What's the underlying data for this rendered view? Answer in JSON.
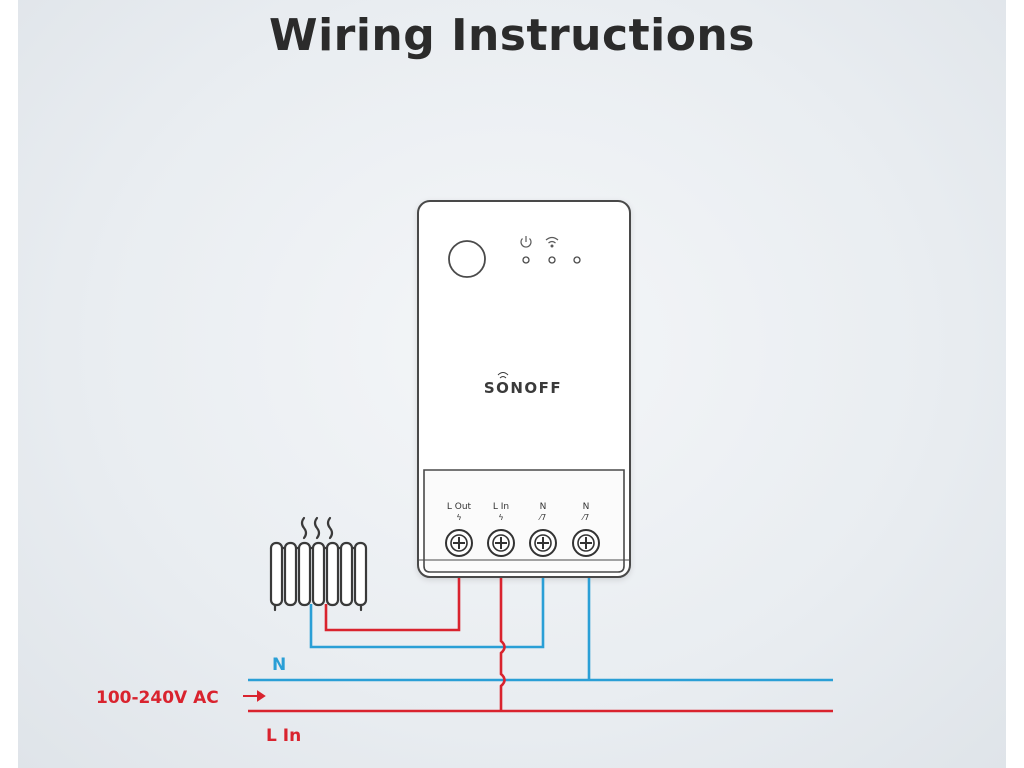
{
  "title": "Wiring Instructions",
  "device": {
    "brand": "SONOFF",
    "indicators": [
      "power-icon",
      "wifi-icon"
    ],
    "terminals": [
      {
        "label": "L Out",
        "symbol": "ϟ"
      },
      {
        "label": "L In",
        "symbol": "ϟ"
      },
      {
        "label": "N",
        "symbol": "⁄7"
      },
      {
        "label": "N",
        "symbol": "⁄7"
      }
    ]
  },
  "lines": {
    "neutral_label": "N",
    "live_label": "L In",
    "supply_label": "100-240V AC"
  },
  "colors": {
    "live": "#d9232e",
    "neutral": "#2a9fd6",
    "device_outline": "#4a4a4a",
    "title": "#2b2b2b"
  }
}
